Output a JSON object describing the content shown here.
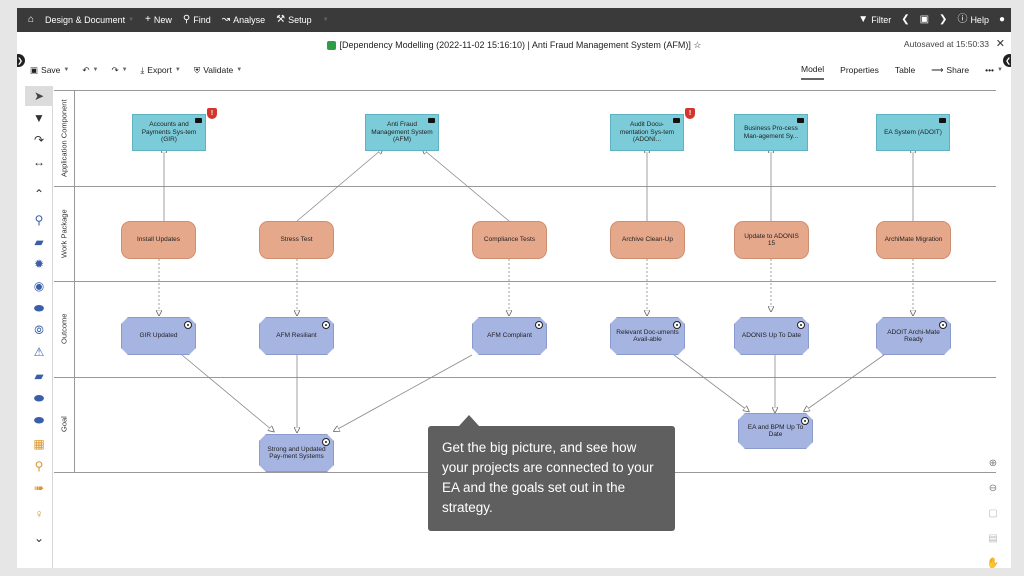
{
  "topbar": {
    "menu": [
      "Design & Document",
      "New",
      "Find",
      "Analyse",
      "Setup"
    ],
    "right": [
      "Filter",
      "Help"
    ]
  },
  "window": {
    "title": "[Dependency Modelling (2022-11-02 15:16:10) | Anti Fraud Management System (AFM)] ☆",
    "autosave": "Autosaved at 15:50:33"
  },
  "toolbar": {
    "save": "Save",
    "export": "Export",
    "validate": "Validate",
    "tabs": [
      "Model",
      "Properties",
      "Table",
      "Share"
    ],
    "active_tab": "Model"
  },
  "lanes": [
    "Application Component",
    "Work Package",
    "Outcome",
    "Goal"
  ],
  "app_components": [
    "Accounts and Payments Sys-tem (GIR)",
    "Anti Fraud Management System (AFM)",
    "Audit Docu-mentation Sys-tem (ADONI...",
    "Business Pro-cess Man-agement Sy...",
    "EA System (ADOIT)"
  ],
  "work_packages": [
    "Install Updates",
    "Stress Test",
    "Compliance Tests",
    "Archive Clean-Up",
    "Update to ADONIS 15",
    "ArchiMate Migration"
  ],
  "outcomes": [
    "GIR Updated",
    "AFM Resiliant",
    "AFM Compliant",
    "Relevant Doc-uments Avail-able",
    "ADONIS Up To Date",
    "ADOIT Archi-Mate Ready"
  ],
  "goals": [
    "Strong and Updated Pay-ment Systems",
    "EA and BPM Up To Date"
  ],
  "tooltip": "Get the big picture, and see how your projects are connected to your EA and the goals set out in the strategy.",
  "colors": {
    "application_component": "#7ccbd9",
    "work_package": "#e6a88b",
    "outcome": "#a6b4e2",
    "warning": "#d3342c",
    "topbar": "#3a3a3a"
  }
}
